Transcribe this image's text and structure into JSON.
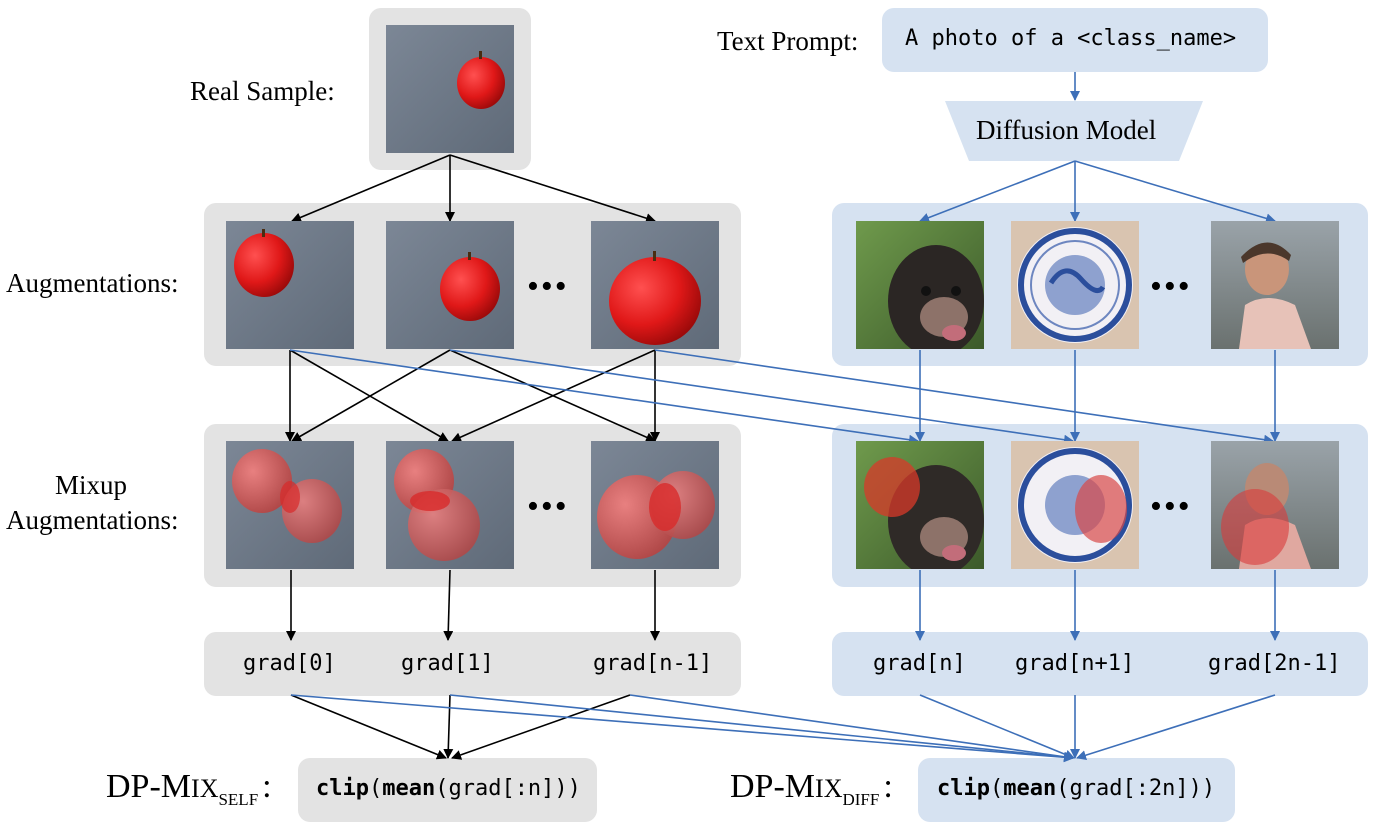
{
  "labels": {
    "real_sample": "Real Sample:",
    "augmentations": "Augmentations:",
    "mixup_line1": "Mixup",
    "mixup_line2": "Augmentations:",
    "text_prompt": "Text Prompt:",
    "diffusion_model": "Diffusion Model"
  },
  "prompt": "A photo of a <class_name>",
  "ellipsis": "•••",
  "grads_left": [
    "grad[0]",
    "grad[1]",
    "grad[n-1]"
  ],
  "grads_right": [
    "grad[n]",
    "grad[n+1]",
    "grad[2n-1]"
  ],
  "dp_self": {
    "prefix": "DP-M",
    "small_caps": "IX",
    "sub": "SELF",
    "colon": ":",
    "fn_clip": "clip",
    "open1": "(",
    "fn_mean": "mean",
    "args": "(grad[:n]))"
  },
  "dp_diff": {
    "prefix": "DP-M",
    "small_caps": "IX",
    "sub": "DIFF",
    "colon": ":",
    "fn_clip": "clip",
    "open1": "(",
    "fn_mean": "mean",
    "args": "(grad[:2n]))"
  },
  "colors": {
    "gray_panel": "#e3e3e3",
    "blue_panel": "#d6e2f1",
    "black_arrow": "#000000",
    "blue_arrow": "#3d6fb8"
  },
  "images": [
    "apple",
    "apple-aug-1",
    "apple-aug-2",
    "apple-aug-3",
    "chimp",
    "plate",
    "child",
    "mixup-apple-1",
    "mixup-apple-2",
    "mixup-apple-3",
    "mixup-chimp",
    "mixup-plate",
    "mixup-child"
  ]
}
